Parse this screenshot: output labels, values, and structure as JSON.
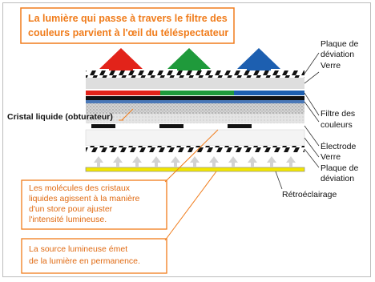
{
  "callouts": {
    "top": [
      "La lumière qui passe à travers le filtre des",
      "couleurs parvient à l'œil du téléspectateur"
    ],
    "middle": [
      "Les molécules des cristaux",
      "liquides agissent à la manière",
      "d'un store pour ajuster",
      "l'intensité lumineuse."
    ],
    "bottom": [
      "La source lumineuse émet",
      "de la lumière en permanence."
    ]
  },
  "labels": {
    "plaque_deviation_top": [
      "Plaque de",
      "déviation"
    ],
    "verre_top": "Verre",
    "filtre_couleurs": [
      "Filtre des",
      "couleurs"
    ],
    "electrode": "Électrode",
    "verre_bottom": "Verre",
    "plaque_deviation_bottom": [
      "Plaque de",
      "déviation"
    ],
    "retroeclairage": "Rétroéclairage",
    "cristal_liquide": "Cristal liquide (obturateur)"
  },
  "colors": {
    "accent": "#f07c1b",
    "arrow_red": "#e2231a",
    "arrow_green": "#1f9a3b",
    "arrow_blue": "#1d5fb0",
    "backlight": "#f2e600"
  }
}
